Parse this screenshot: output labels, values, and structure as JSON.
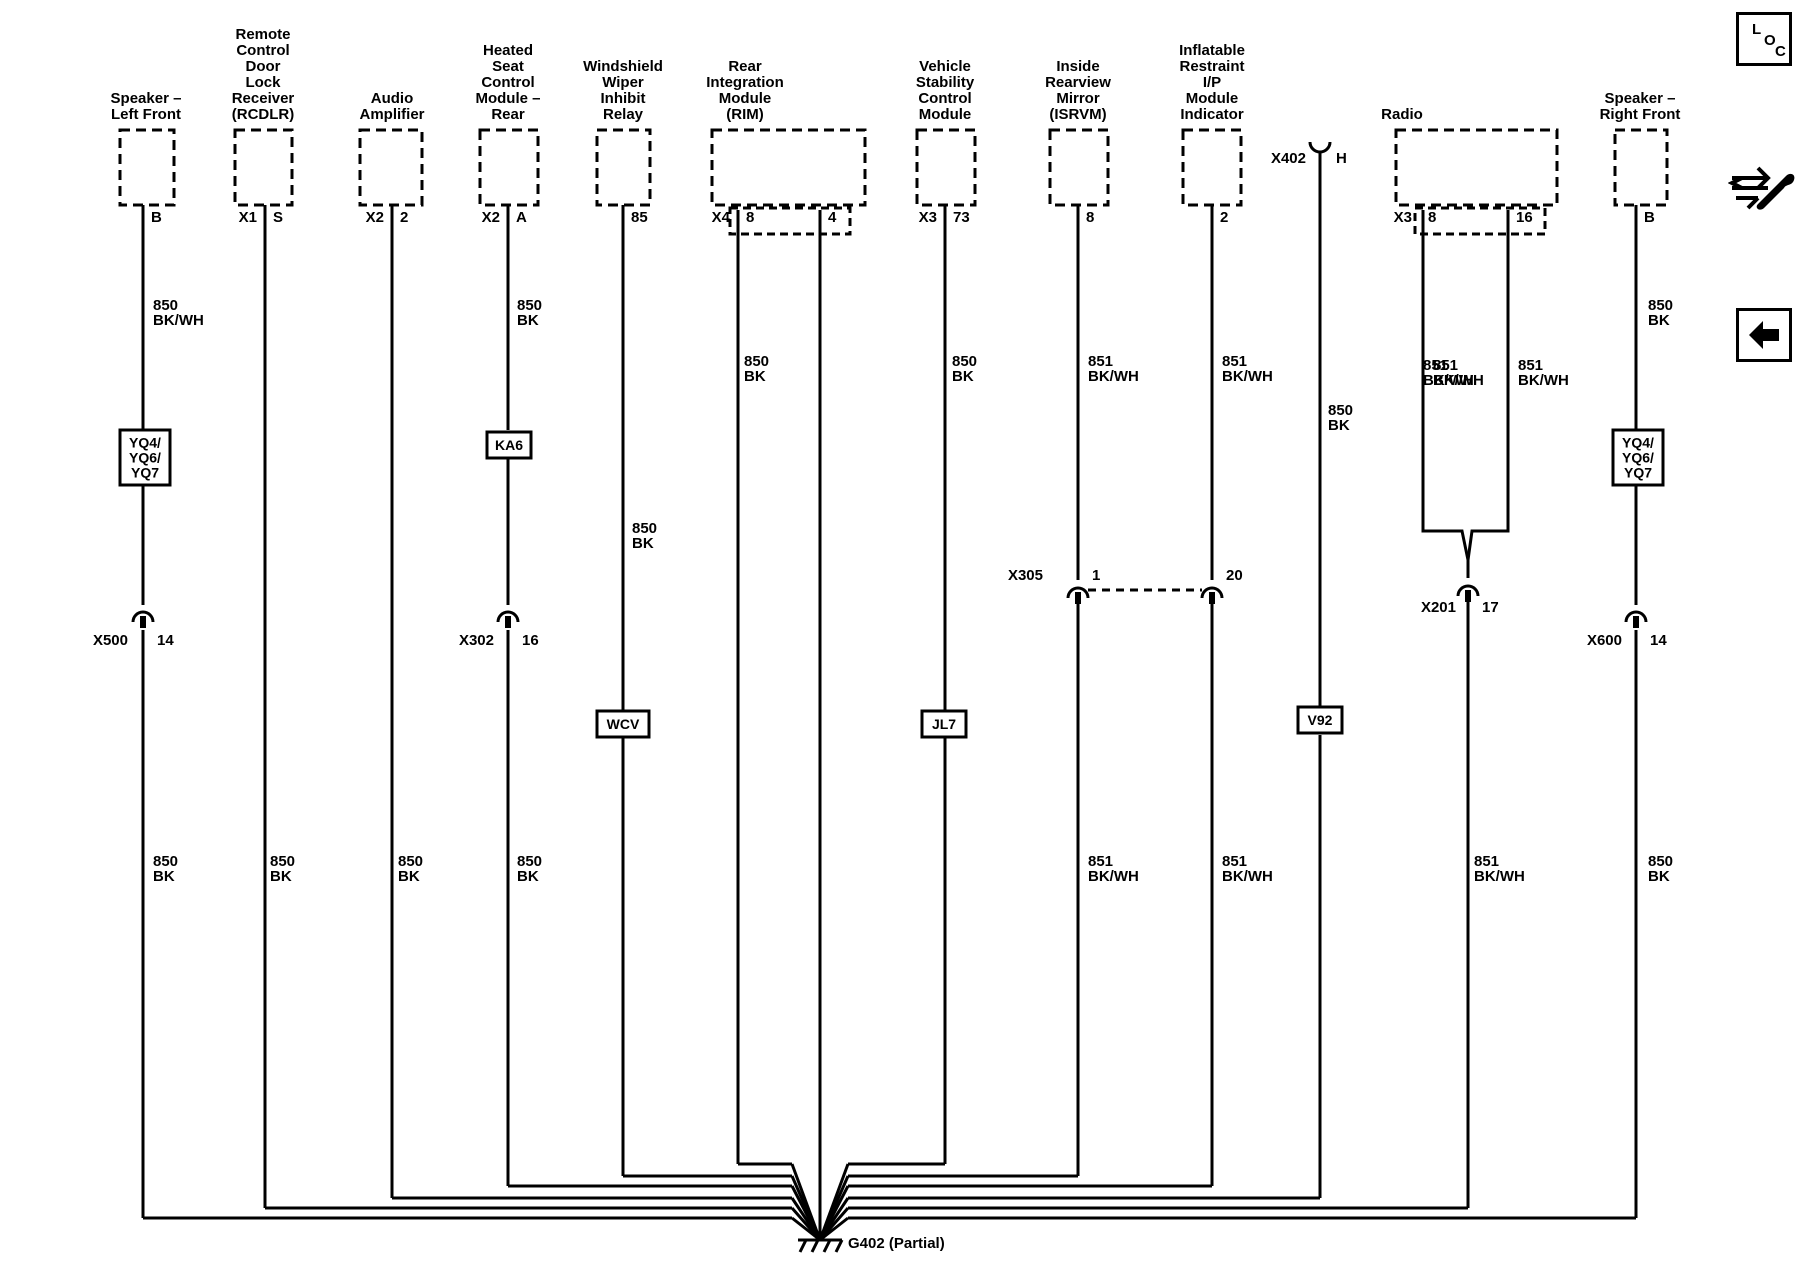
{
  "ground": {
    "label": "G402 (Partial)"
  },
  "side_buttons": {
    "loc_l": "L",
    "loc_o": "O",
    "loc_c": "C"
  },
  "icons": [
    "loc-icon",
    "wrench-arrows-icon",
    "back-arrow-icon"
  ],
  "modules": [
    {
      "id": "spk-lf",
      "name": [
        "Speaker –",
        "Left Front"
      ],
      "pins": [
        {
          "conn": "",
          "num": "B"
        }
      ]
    },
    {
      "id": "rcdlr",
      "name": [
        "Remote",
        "Control",
        "Door",
        "Lock",
        "Receiver",
        "(RCDLR)"
      ],
      "pins": [
        {
          "conn": "X1",
          "num": "S"
        }
      ]
    },
    {
      "id": "amp",
      "name": [
        "Audio",
        "Amplifier"
      ],
      "pins": [
        {
          "conn": "X2",
          "num": "2"
        }
      ]
    },
    {
      "id": "hscm",
      "name": [
        "Heated",
        "Seat",
        "Control",
        "Module –",
        "Rear"
      ],
      "pins": [
        {
          "conn": "X2",
          "num": "A"
        }
      ]
    },
    {
      "id": "wiper",
      "name": [
        "Windshield",
        "Wiper",
        "Inhibit",
        "Relay"
      ],
      "pins": [
        {
          "conn": "",
          "num": "85"
        }
      ]
    },
    {
      "id": "rim",
      "name": [
        "Rear",
        "Integration",
        "Module",
        "(RIM)"
      ],
      "pins": [
        {
          "conn": "X4",
          "num": "8"
        },
        {
          "conn": "",
          "num": "4"
        }
      ]
    },
    {
      "id": "vscm",
      "name": [
        "Vehicle",
        "Stability",
        "Control",
        "Module"
      ],
      "pins": [
        {
          "conn": "X3",
          "num": "73"
        }
      ]
    },
    {
      "id": "isrvm",
      "name": [
        "Inside",
        "Rearview",
        "Mirror",
        "(ISRVM)"
      ],
      "pins": [
        {
          "conn": "",
          "num": "8"
        }
      ]
    },
    {
      "id": "irip",
      "name": [
        "Inflatable",
        "Restraint",
        "I/P",
        "Module",
        "Indicator"
      ],
      "pins": [
        {
          "conn": "",
          "num": "2"
        }
      ]
    },
    {
      "id": "radio",
      "name": [
        "Radio"
      ],
      "pins": [
        {
          "conn": "X3",
          "num": "8"
        },
        {
          "conn": "",
          "num": "16"
        }
      ]
    },
    {
      "id": "spk-rf",
      "name": [
        "Speaker –",
        "Right Front"
      ],
      "pins": [
        {
          "conn": "",
          "num": "B"
        }
      ]
    }
  ],
  "x402": {
    "conn": "X402",
    "pin": "H"
  },
  "wire_labels": [
    [
      "850",
      "BK/WH"
    ],
    [
      "850",
      "BK"
    ],
    [
      "850",
      "BK"
    ],
    [
      "851",
      "BK/WH"
    ],
    [
      "850",
      "BK"
    ],
    [
      "851",
      "BK/WH"
    ],
    [
      "851",
      "BK/WH"
    ],
    [
      "850",
      "BK"
    ],
    [
      "851",
      "BK/WH"
    ],
    [
      "851",
      "BK/WH"
    ],
    [
      "850",
      "BK"
    ],
    [
      "850",
      "BK"
    ],
    [
      "850",
      "BK"
    ],
    [
      "850",
      "BK"
    ],
    [
      "850",
      "BK"
    ],
    [
      "850",
      "BK"
    ],
    [
      "851",
      "BK/WH"
    ],
    [
      "851",
      "BK/WH"
    ],
    [
      "851",
      "BK/WH"
    ],
    [
      "850",
      "BK"
    ]
  ],
  "option_boxes": [
    [
      "YQ4/",
      "YQ6/",
      "YQ7"
    ],
    [
      "KA6"
    ],
    [
      "WCV"
    ],
    [
      "JL7"
    ],
    [
      "V92"
    ],
    [
      "YQ4/",
      "YQ6/",
      "YQ7"
    ]
  ],
  "inline_connectors": [
    {
      "conn": "X500",
      "pin": "14"
    },
    {
      "conn": "X302",
      "pin": "16"
    },
    {
      "conn": "X305",
      "pin": "1"
    },
    {
      "conn": "",
      "pin": "20"
    },
    {
      "conn": "X201",
      "pin": "17"
    },
    {
      "conn": "X600",
      "pin": "14"
    }
  ]
}
